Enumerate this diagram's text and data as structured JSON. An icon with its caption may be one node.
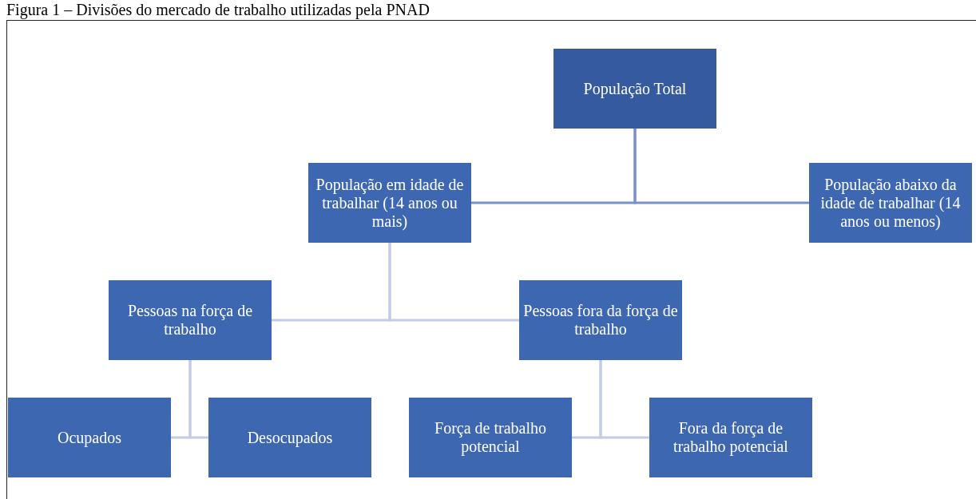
{
  "diagram": {
    "title": "Figura 1 – Divisões do mercado de trabalho utilizadas pela PNAD",
    "nodes": [
      {
        "text": [
          "População Total"
        ]
      },
      {
        "text": [
          "População em idade de trabalhar (14 anos ou mais)"
        ]
      },
      {
        "text": [
          "População abaixo da idade de trabalhar (14 anos ou menos)"
        ]
      },
      {
        "text": [
          "Pessoas na força de trabalho"
        ]
      },
      {
        "text": [
          "Pessoas fora da força de trabalho"
        ]
      },
      {
        "text": [
          "Ocupados"
        ]
      },
      {
        "text": [
          "Desocupados"
        ]
      },
      {
        "text": [
          "Força de trabalho potencial"
        ]
      },
      {
        "text": [
          "Fora da força de trabalho potencial"
        ]
      }
    ],
    "edges": [
      {
        "from": 0,
        "to": 1,
        "arrow": "none",
        "color": "#7890cf"
      },
      {
        "from": 0,
        "to": 2,
        "arrow": "none",
        "color": "#7890cf"
      },
      {
        "from": 1,
        "to": 3,
        "arrow": "none"
      },
      {
        "from": 1,
        "to": 4,
        "arrow": "none"
      },
      {
        "from": 3,
        "to": 5,
        "arrow": "none"
      },
      {
        "from": 3,
        "to": 6,
        "arrow": "none"
      },
      {
        "from": 4,
        "to": 7,
        "arrow": "none"
      },
      {
        "from": 4,
        "to": 8,
        "arrow": "none"
      }
    ]
  }
}
